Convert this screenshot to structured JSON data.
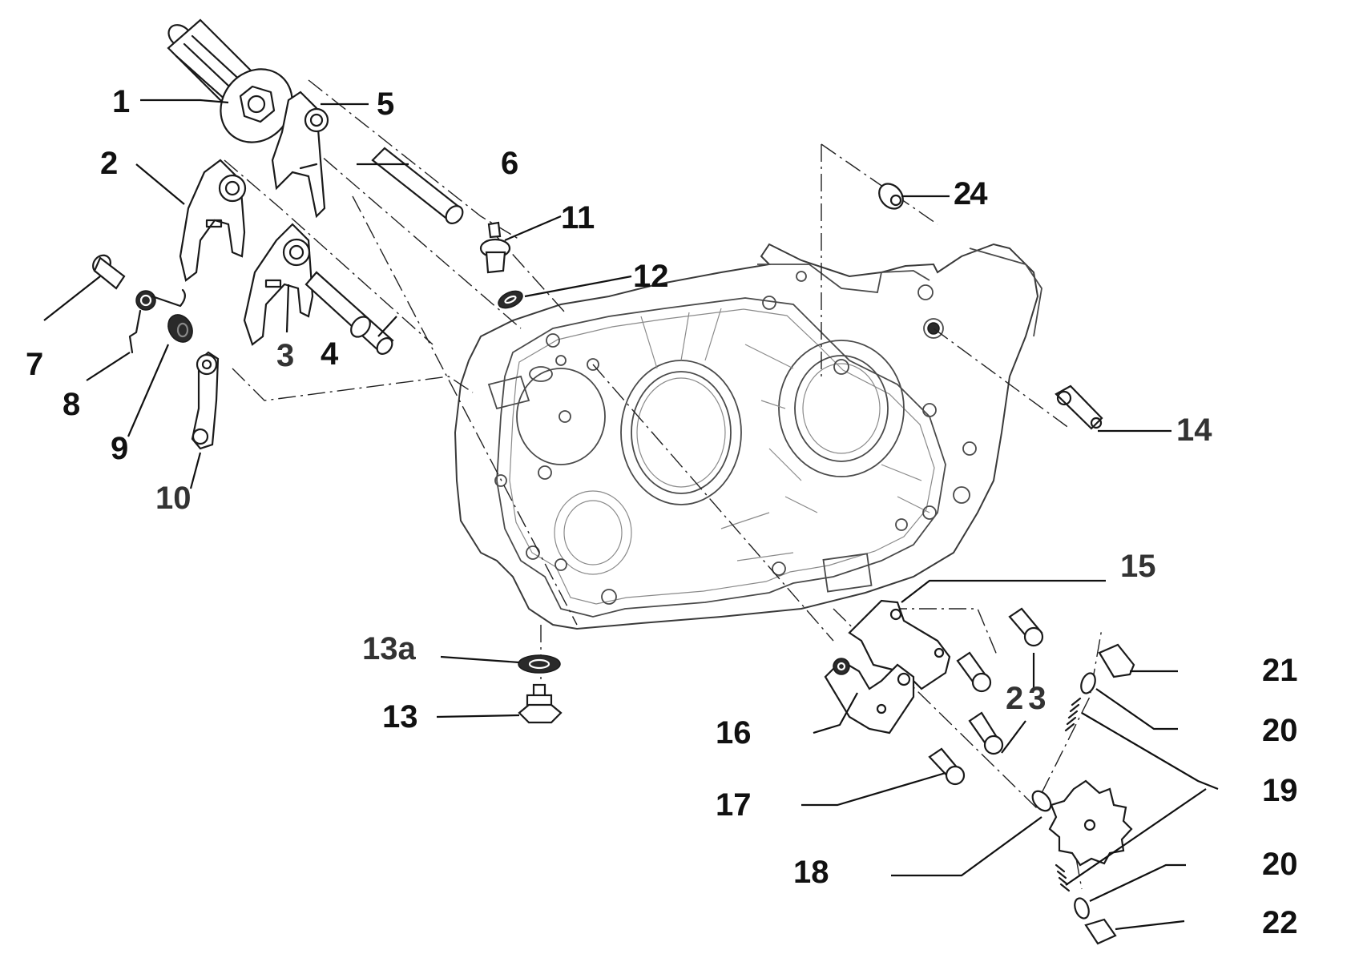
{
  "diagram": {
    "type": "exploded-parts-diagram",
    "subject": "crankcase with gear shift mechanism",
    "callouts": [
      {
        "id": "1",
        "label": "1",
        "part": "shift-drum"
      },
      {
        "id": "2",
        "label": "2",
        "part": "shift-fork"
      },
      {
        "id": "3",
        "label": "3",
        "part": "shift-fork"
      },
      {
        "id": "4",
        "label": "4",
        "part": "shift-fork-shaft"
      },
      {
        "id": "5",
        "label": "5",
        "part": "shift-fork"
      },
      {
        "id": "6",
        "label": "6",
        "part": "shift-fork-shaft"
      },
      {
        "id": "7",
        "label": "7",
        "part": "bolt"
      },
      {
        "id": "8",
        "label": "8",
        "part": "spring"
      },
      {
        "id": "9",
        "label": "9",
        "part": "collar"
      },
      {
        "id": "10",
        "label": "10",
        "part": "stopper-lever"
      },
      {
        "id": "11",
        "label": "11",
        "part": "neutral-switch"
      },
      {
        "id": "12",
        "label": "12",
        "part": "gasket-washer"
      },
      {
        "id": "13a",
        "label": "13a",
        "part": "drain-plug-washer"
      },
      {
        "id": "13",
        "label": "13",
        "part": "drain-plug"
      },
      {
        "id": "14",
        "label": "14",
        "part": "stud-bolt"
      },
      {
        "id": "15",
        "label": "15",
        "part": "plate"
      },
      {
        "id": "16",
        "label": "16",
        "part": "bracket"
      },
      {
        "id": "17",
        "label": "17",
        "part": "screw"
      },
      {
        "id": "18",
        "label": "18",
        "part": "gear"
      },
      {
        "id": "19",
        "label": "19",
        "part": "spring"
      },
      {
        "id": "20a",
        "label": "20",
        "part": "pin"
      },
      {
        "id": "20b",
        "label": "20",
        "part": "pin"
      },
      {
        "id": "21",
        "label": "21",
        "part": "cap"
      },
      {
        "id": "22",
        "label": "22",
        "part": "cap"
      },
      {
        "id": "23",
        "label": "23",
        "part": "bolt"
      },
      {
        "id": "24",
        "label": "24",
        "part": "dowel-pin"
      }
    ]
  }
}
